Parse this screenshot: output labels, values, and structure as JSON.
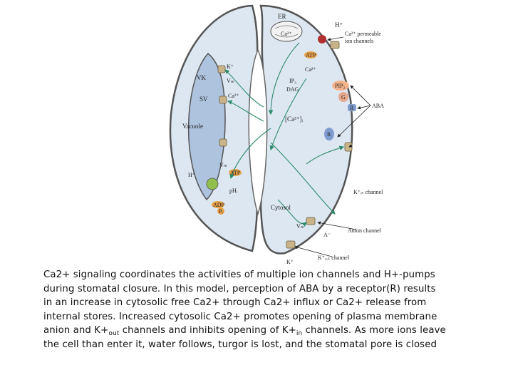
{
  "diagram": {
    "labels": {
      "er": "ER",
      "ca_er": "Ca²⁺",
      "h_plus_top": "H⁺",
      "ca_permeable": "Ca²⁺ permeable",
      "ion_channels": "ion channels",
      "atp_er": "ATP",
      "ca_cyt": "Ca²⁺",
      "ip3": "IP₃",
      "dag": "DAG",
      "pip2": "PIP₂",
      "g": "G",
      "r1": "R",
      "r2": "R",
      "aba": "ABA",
      "ca_i": "[Ca²⁺]ᵢ",
      "k_plus_v": "K⁺",
      "vk": "VK",
      "vm1": "Vₘ",
      "sv": "SV",
      "ca_sv": "Ca²⁺",
      "vacuole": "Vacuole",
      "h_plus_v": "H⁺",
      "vm2": "Vₘ",
      "atp_v": "ATP",
      "phi": "pHᵢ",
      "adp": "ADP",
      "pi": "Pᵢ",
      "k_in_channel": "K⁺ᵢₙ channel",
      "cytosol": "Cytosol",
      "vm3": "Vₘ",
      "a_minus": "A⁻",
      "anion_channel": "Anion channel",
      "k_plus_out": "K⁺",
      "k_out_channel": "K⁺ₒᵤₜ channel"
    }
  },
  "caption": {
    "line1": "Ca2+ signaling coordinates the activities of multiple ion channels and H+-pumps",
    "line2": "during stomatal closure. In this model, perception of ABA by a receptor(R) results",
    "line3": "in an increase in cytosolic free Ca2+ through Ca2+ influx or Ca2+ release from",
    "line4": "internal stores. Increased cytosolic Ca2+ promotes opening of plasma membrane",
    "line5a": "anion and K+",
    "line5_sub1": "out",
    "line5b": " channels and inhibits opening of K+",
    "line5_sub2": "in",
    "line5c": " channels. As more ions leave",
    "line6": "the cell than enter it, water follows, turgor is lost, and the stomatal pore is closed"
  },
  "colors": {
    "cell_fill": "#dde7f2",
    "vacuole_fill": "#aec3de",
    "membrane": "#555555",
    "channel": "#c9b48a",
    "atp": "#e8a24a",
    "pip2": "#f3b38a",
    "receptor": "#7f9ccf",
    "arrow": "#2e8a6a",
    "er_pump": "#b23030"
  }
}
